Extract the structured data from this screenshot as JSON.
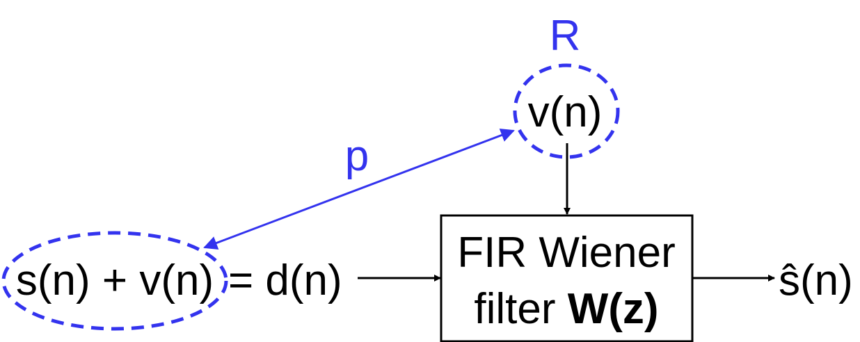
{
  "colors": {
    "accent": "#3333ee",
    "ink": "#000000",
    "background": "#ffffff"
  },
  "labels": {
    "R": "R",
    "p": "p",
    "noise": "v(n)",
    "signal_plus_noise": "s(n) + v(n)",
    "equals_d": "= d(n)",
    "filter_line1": "FIR Wiener",
    "filter_line2_prefix": "filter ",
    "filter_line2_bold": "W(z)",
    "output": "ŝ(n)"
  }
}
